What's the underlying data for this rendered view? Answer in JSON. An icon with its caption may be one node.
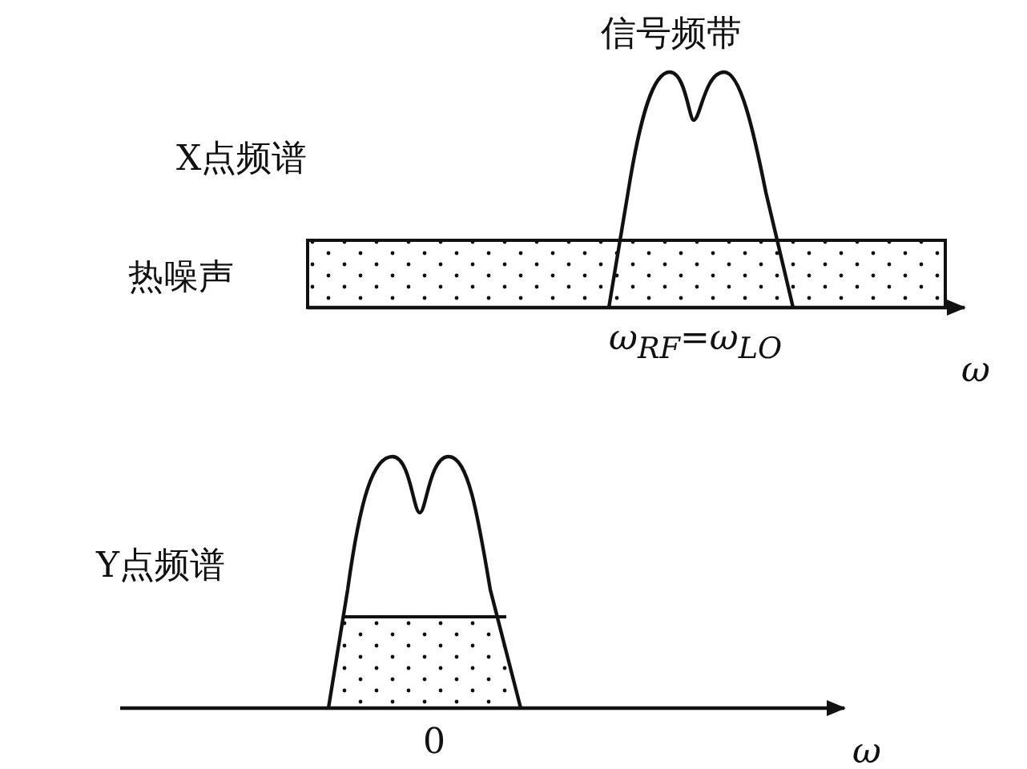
{
  "diagram": {
    "labels": [
      "信号频带",
      "X点频谱",
      "热噪声",
      "ω$_{RF}$=ω$_{LO}$",
      "ω",
      "Y点频谱",
      "0",
      "ω"
    ]
  }
}
